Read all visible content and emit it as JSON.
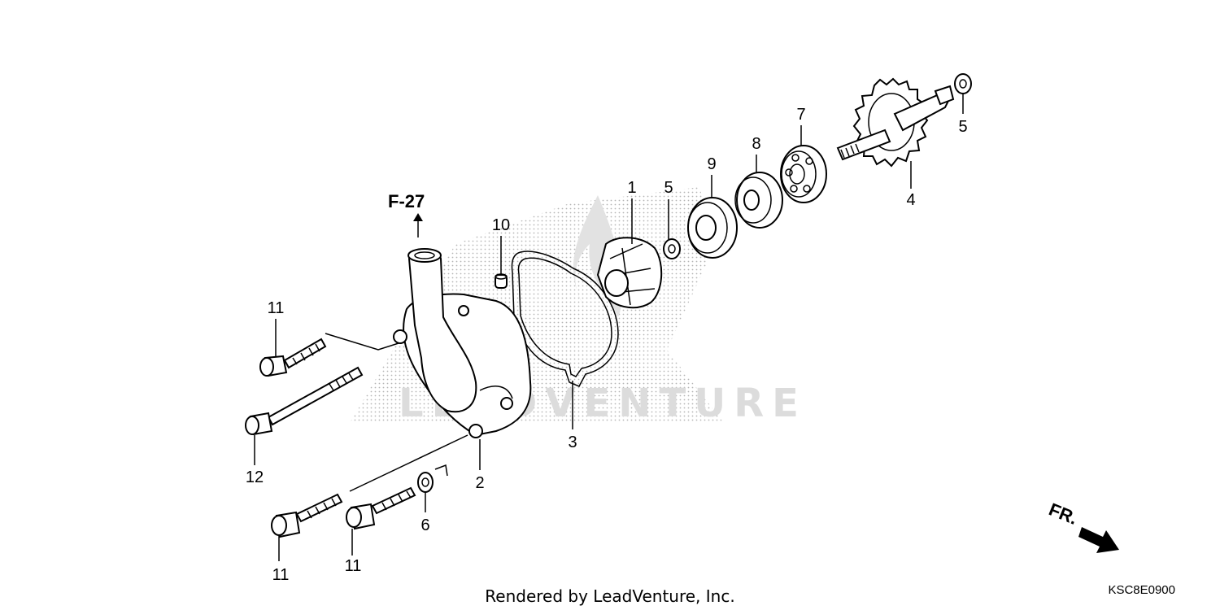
{
  "diagram": {
    "reference_label": "F-27",
    "direction_label": "FR.",
    "watermark": "LEADVENTURE",
    "footer": "Rendered by LeadVenture, Inc.",
    "diagram_code": "KSC8E0900",
    "callouts": [
      {
        "id": "c1",
        "text": "1"
      },
      {
        "id": "c2",
        "text": "2"
      },
      {
        "id": "c3",
        "text": "3"
      },
      {
        "id": "c4",
        "text": "4"
      },
      {
        "id": "c5a",
        "text": "5"
      },
      {
        "id": "c5b",
        "text": "5"
      },
      {
        "id": "c6",
        "text": "6"
      },
      {
        "id": "c7",
        "text": "7"
      },
      {
        "id": "c8",
        "text": "8"
      },
      {
        "id": "c9",
        "text": "9"
      },
      {
        "id": "c10",
        "text": "10"
      },
      {
        "id": "c11a",
        "text": "11"
      },
      {
        "id": "c11b",
        "text": "11"
      },
      {
        "id": "c11c",
        "text": "11"
      },
      {
        "id": "c12",
        "text": "12"
      }
    ]
  }
}
